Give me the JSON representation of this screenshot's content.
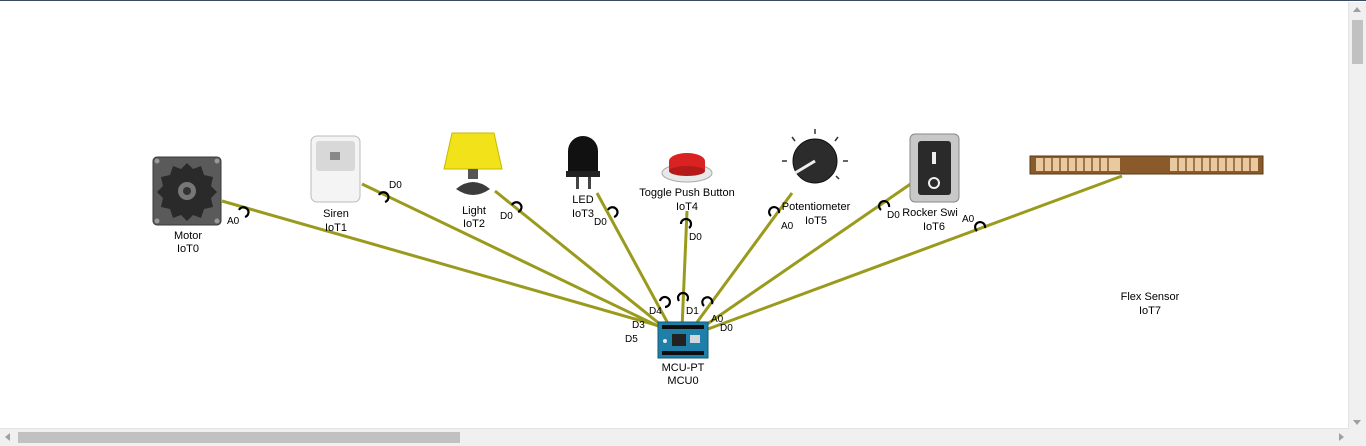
{
  "devices": [
    {
      "name": "Motor",
      "id": "IoT0"
    },
    {
      "name": "Siren",
      "id": "IoT1"
    },
    {
      "name": "Light",
      "id": "IoT2"
    },
    {
      "name": "LED",
      "id": "IoT3"
    },
    {
      "name": "Toggle Push Button",
      "id": "IoT4"
    },
    {
      "name": "Potentiometer",
      "id": "IoT5"
    },
    {
      "name": "Rocker Swi",
      "id": "IoT6"
    },
    {
      "name": "Flex Sensor",
      "id": "IoT7"
    }
  ],
  "controller": {
    "name": "MCU-PT",
    "id": "MCU0"
  },
  "ports": {
    "motor_dev": "A0",
    "siren_dev": "D0",
    "light_dev": "D0",
    "led_dev": "D0",
    "button_dev": "D0",
    "pot_dev": "A0",
    "rocker_dev": "D0",
    "flex_dev": "A0",
    "mcu_d5": "D5",
    "mcu_d3": "D3",
    "mcu_d4": "D4",
    "mcu_d1": "D1",
    "mcu_a0": "A0",
    "mcu_d0": "D0"
  },
  "colors": {
    "wire": "#9a9a1c",
    "background": "#ffffff"
  },
  "icons": [
    "motor-icon",
    "siren-icon",
    "light-icon",
    "led-icon",
    "push-button-icon",
    "potentiometer-icon",
    "rocker-switch-icon",
    "flex-sensor-icon",
    "mcu-board-icon"
  ]
}
